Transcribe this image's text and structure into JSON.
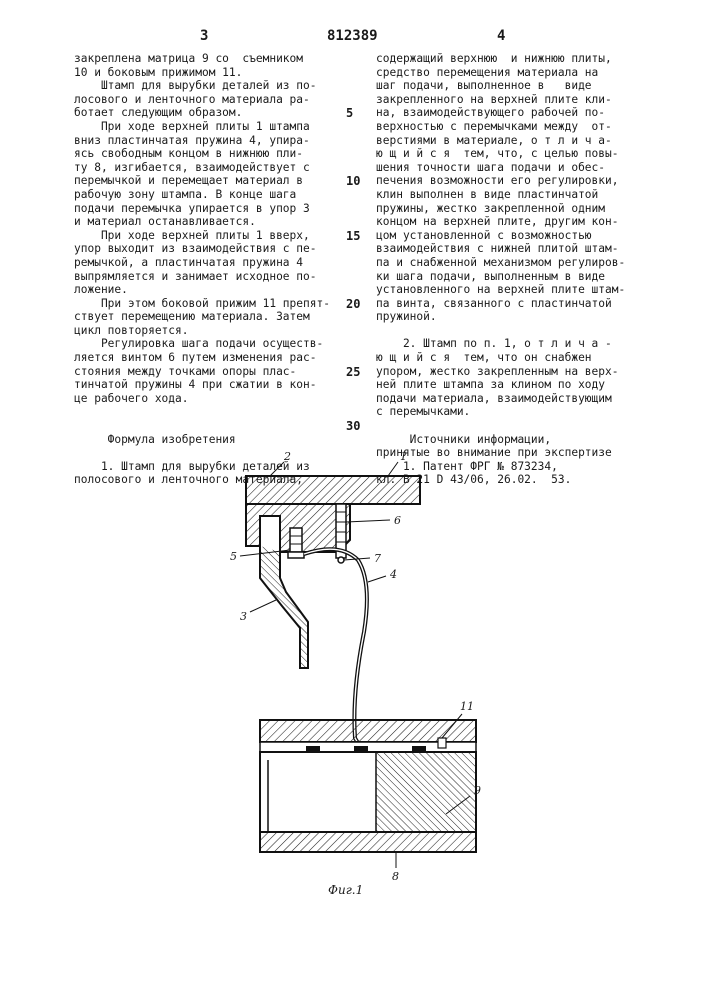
{
  "header": {
    "page_left": "3",
    "patent_number": "812389",
    "page_right": "4"
  },
  "left_column": [
    "закреплена матрица 9 со  съемником",
    "10 и боковым прижимом 11.",
    "    Штамп для вырубки деталей из по-",
    "лосового и ленточного материала ра-",
    "ботает следующим образом.",
    "    При ходе верхней плиты 1 штампа",
    "вниз пластинчатая пружина 4, упира-",
    "ясь свободным концом в нижнюю пли-",
    "ту 8, изгибается, взаимодействует с",
    "перемычкой и перемещает материал в",
    "рабочую зону штампа. В конце шага",
    "подачи перемычка упирается в упор 3",
    "и материал останавливается.",
    "    При ходе верхней плиты 1 вверх,",
    "упор выходит из взаимодействия с пе-",
    "ремычкой, а пластинчатая пружина 4",
    "выпрямляется и занимает исходное по-",
    "ложение.",
    "    При этом боковой прижим 11 препят-",
    "ствует перемещению материала. Затем",
    "цикл повторяется.",
    "    Регулировка шага подачи осуществ-",
    "ляется винтом 6 путем изменения рас-",
    "стояния между точками опоры плас-",
    "тинчатой пружины 4 при сжатии в кон-",
    "це рабочего хода.",
    "",
    "",
    "     Формула изобретения",
    "",
    "    1. Штамп для вырубки деталей из",
    "полосового и ленточного материала,"
  ],
  "right_column": [
    "содержащий верхнюю  и нижнюю плиты,",
    "средство перемещения материала на",
    "шаг подачи, выполненное в   виде",
    "закрепленного на верхней плите кли-",
    "на, взаимодействующего рабочей по-",
    "верхностью с перемычками между  от-",
    "верстиями в материале, о т л и ч а-",
    "ю щ и й с я  тем, что, с целью повы-",
    "шения точности шага подачи и обес-",
    "печения возможности его регулировки,",
    "клин выполнен в виде пластинчатой",
    "пружины, жестко закрепленной одним",
    "концом на верхней плите, другим кон-",
    "цом установленной с возможностью",
    "взаимодействия с нижней плитой штам-",
    "па и снабженной механизмом регулиров-",
    "ки шага подачи, выполненным в виде",
    "установленного на верхней плите штам-",
    "па винта, связанного с пластинчатой",
    "пружиной.",
    "",
    "    2. Штамп по п. 1, о т л и ч а -",
    "ю щ и й с я  тем, что он снабжен",
    "упором, жестко закрепленным на верх-",
    "ней плите штампа за клином по ходу",
    "подачи материала, взаимодействующим",
    "с перемычками.",
    "",
    "     Источники информации,",
    "принятые во внимание при экспертизе",
    "    1. Патент ФРГ № 873234,",
    "кл. В 21 D 43/06, 26.02.  53."
  ],
  "line_numbers": [
    {
      "label": "5",
      "row": 5
    },
    {
      "label": "10",
      "row": 10
    },
    {
      "label": "15",
      "row": 14
    },
    {
      "label": "20",
      "row": 19
    },
    {
      "label": "25",
      "row": 24
    },
    {
      "label": "30",
      "row": 28
    }
  ],
  "figure": {
    "caption": "Фиг.1",
    "labels": {
      "l1": "1",
      "l2": "2",
      "l3": "3",
      "l4": "4",
      "l5": "5",
      "l6": "6",
      "l7": "7",
      "l8": "8",
      "l9": "9",
      "l11": "11"
    }
  }
}
